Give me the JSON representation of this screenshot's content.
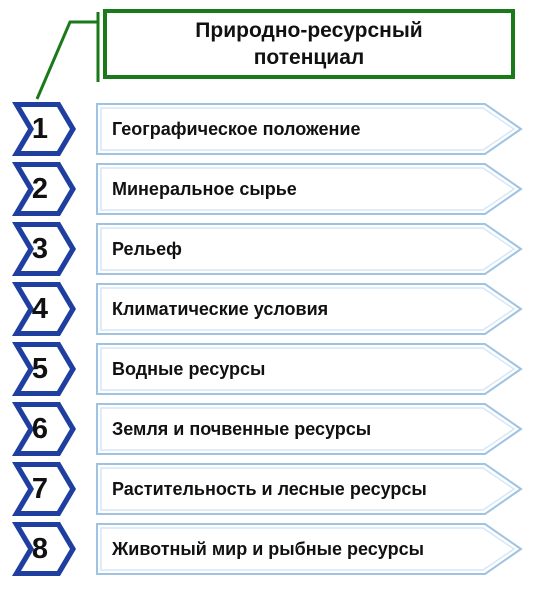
{
  "title": "Природно-ресурсный\nпотенциал",
  "colors": {
    "title_border": "#1a7a1a",
    "chevron_fill": "#1f3fa0",
    "arrow_border": "#9fc3e2",
    "text": "#111111"
  },
  "items": [
    {
      "number": "1",
      "label": "Географическое положение"
    },
    {
      "number": "2",
      "label": "Минеральное сырье"
    },
    {
      "number": "3",
      "label": "Рельеф"
    },
    {
      "number": "4",
      "label": "Климатические условия"
    },
    {
      "number": "5",
      "label": "Водные ресурсы"
    },
    {
      "number": "6",
      "label": "Земля и почвенные ресурсы"
    },
    {
      "number": "7",
      "label": "Растительность и лесные ресурсы"
    },
    {
      "number": "8",
      "label": "Животный мир и рыбные ресурсы"
    }
  ]
}
